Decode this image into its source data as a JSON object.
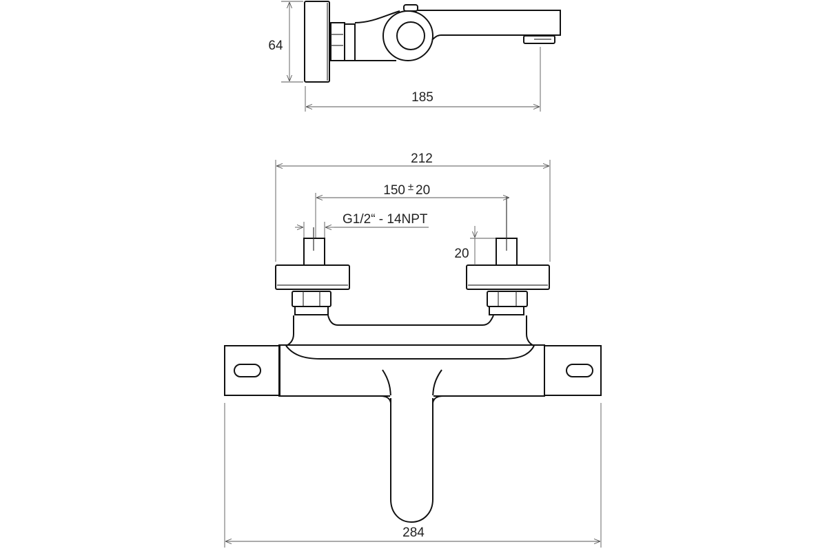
{
  "drawing": {
    "side_view": {
      "height_dim": "64",
      "depth_dim": "185"
    },
    "front_view": {
      "overall_top_dim": "212",
      "center_distance_dim": "150",
      "center_distance_tol_sign": "±",
      "center_distance_tol": "20",
      "thread_dim": "G1/2“ - 14NPT",
      "stub_length_dim": "20",
      "overall_width_dim": "284"
    },
    "line_color": "#111111"
  }
}
